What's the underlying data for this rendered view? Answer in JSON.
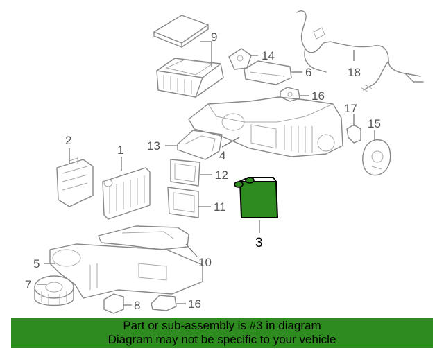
{
  "diagram": {
    "callouts": [
      "1",
      "2",
      "3",
      "4",
      "5",
      "6",
      "7",
      "8",
      "9",
      "10",
      "11",
      "12",
      "13",
      "14",
      "15",
      "16",
      "16",
      "17",
      "18"
    ],
    "highlight_color": "#2e8b1f",
    "highlighted_part": "3"
  },
  "banner": {
    "line1": "Part or sub-assembly is #3 in diagram",
    "line2": "Diagram may not be specific to your vehicle",
    "background": "#2e8b1f"
  }
}
